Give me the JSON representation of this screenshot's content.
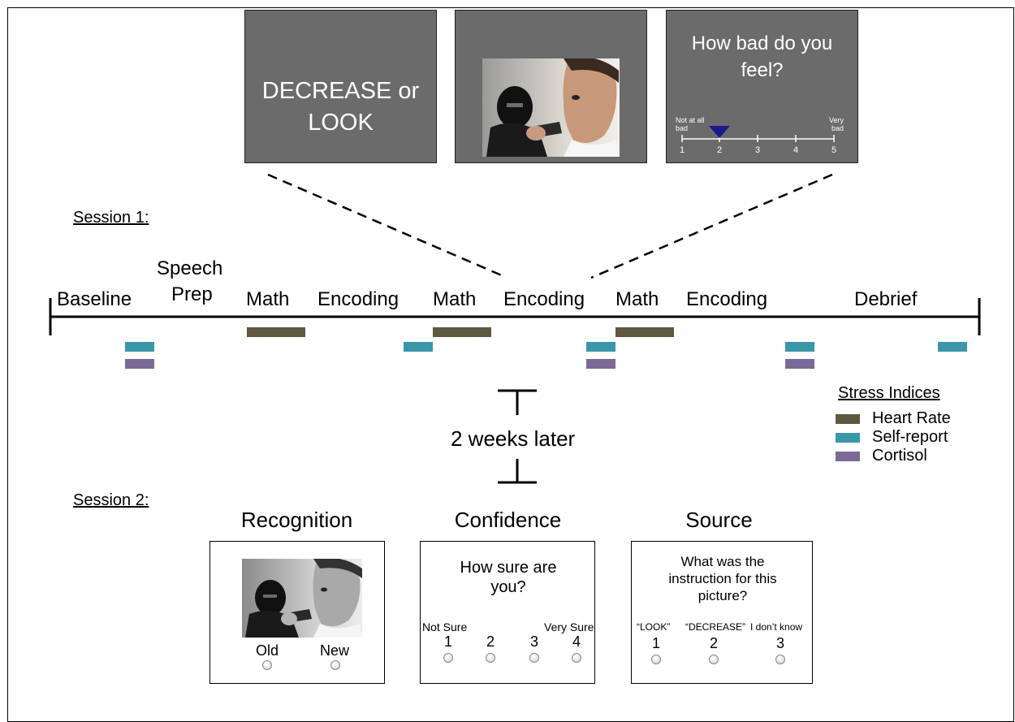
{
  "top_screens": {
    "instruction": "DECREASE or LOOK",
    "rating_question": "How bad do you feel?",
    "rating_low": "Not at all bad",
    "rating_high": "Very bad",
    "rating_ticks": [
      "1",
      "2",
      "3",
      "4",
      "5"
    ],
    "rating_selected": 2
  },
  "session1_label": "Session 1:",
  "session2_label": "Session 2:",
  "phases": {
    "baseline": "Baseline",
    "speech_prep_1": "Speech",
    "speech_prep_2": "Prep",
    "math_1": "Math",
    "encoding_1": "Encoding",
    "math_2": "Math",
    "encoding_2": "Encoding",
    "math_3": "Math",
    "encoding_3": "Encoding",
    "debrief": "Debrief"
  },
  "interval_label": "2 weeks later",
  "legend": {
    "title": "Stress Indices",
    "items": [
      {
        "label": "Heart Rate",
        "color": "#5e5840"
      },
      {
        "label": "Self-report",
        "color": "#3a97a9"
      },
      {
        "label": "Cortisol",
        "color": "#7b6a98"
      }
    ]
  },
  "tasks": {
    "recognition": {
      "title": "Recognition",
      "options": [
        "Old",
        "New"
      ]
    },
    "confidence": {
      "title": "Confidence",
      "question": "How sure are you?",
      "low": "Not Sure",
      "high": "Very Sure",
      "options": [
        "1",
        "2",
        "3",
        "4"
      ]
    },
    "source": {
      "title": "Source",
      "question": "What was the instruction for this picture?",
      "choices": [
        "“LOOK”",
        "“DECREASE”",
        "I don’t know"
      ],
      "options": [
        "1",
        "2",
        "3"
      ]
    }
  },
  "colors": {
    "heart_rate": "#5e5840",
    "self_report": "#3a97a9",
    "cortisol": "#7b6a98",
    "screen_gray": "#6b6b6b",
    "rating_marker": "#1a1a8c"
  }
}
